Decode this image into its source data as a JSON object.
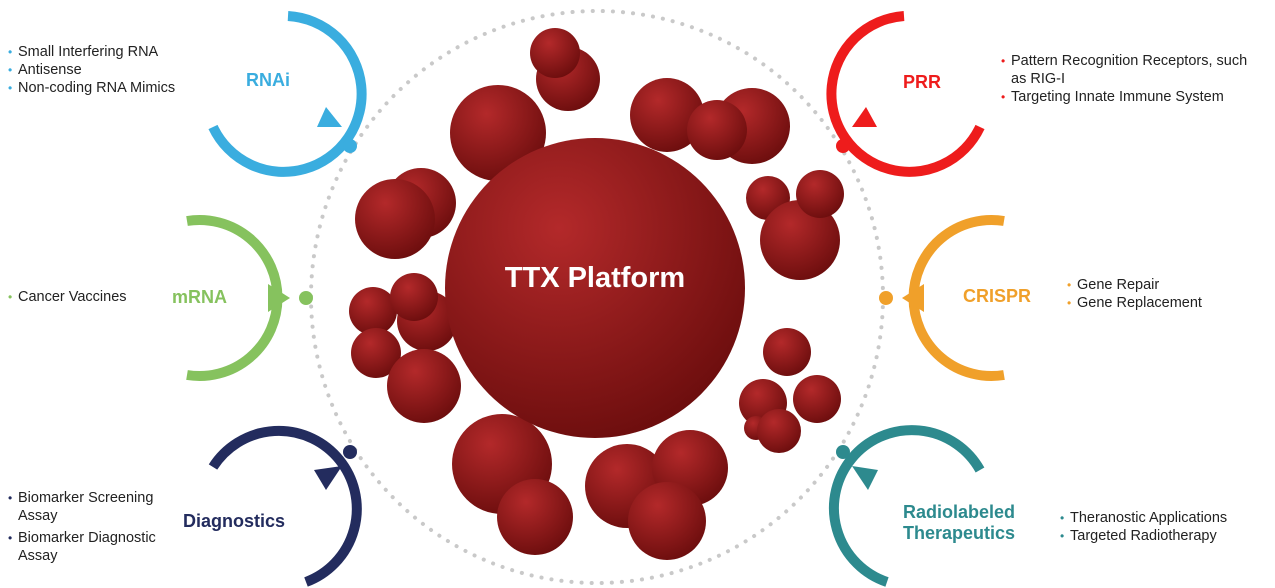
{
  "center": {
    "title": "TTX Platform"
  },
  "modalities": {
    "rnai": {
      "label": "RNAi",
      "color": "#3aaddf",
      "bullets": [
        "Small Interfering RNA",
        "Antisense",
        "Non-coding RNA Mimics"
      ]
    },
    "mrna": {
      "label": "mRNA",
      "color": "#86c25e",
      "bullets": [
        "Cancer Vaccines"
      ]
    },
    "diagnostics": {
      "label": "Diagnostics",
      "color": "#232c5e",
      "bullets": [
        "Biomarker Screening Assay",
        "Biomarker Diagnostic Assay"
      ]
    },
    "prr": {
      "label": "PRR",
      "color": "#ee1c1c",
      "bullets": [
        "Pattern Recognition Receptors, such as RIG-I",
        "Targeting Innate Immune System"
      ]
    },
    "crispr": {
      "label": "CRISPR",
      "color": "#f0a02a",
      "bullets": [
        "Gene Repair",
        "Gene Replacement"
      ]
    },
    "radiolabeled": {
      "label_line1": "Radiolabeled",
      "label_line2": "Therapeutics",
      "color": "#2d8a8e",
      "bullets": [
        "Theranostic Applications",
        "Targeted Radiotherapy"
      ]
    }
  },
  "colors": {
    "sphere_light": "#b3292a",
    "sphere_dark": "#6b0d0d",
    "ring_dots": "#c9c9c9"
  }
}
